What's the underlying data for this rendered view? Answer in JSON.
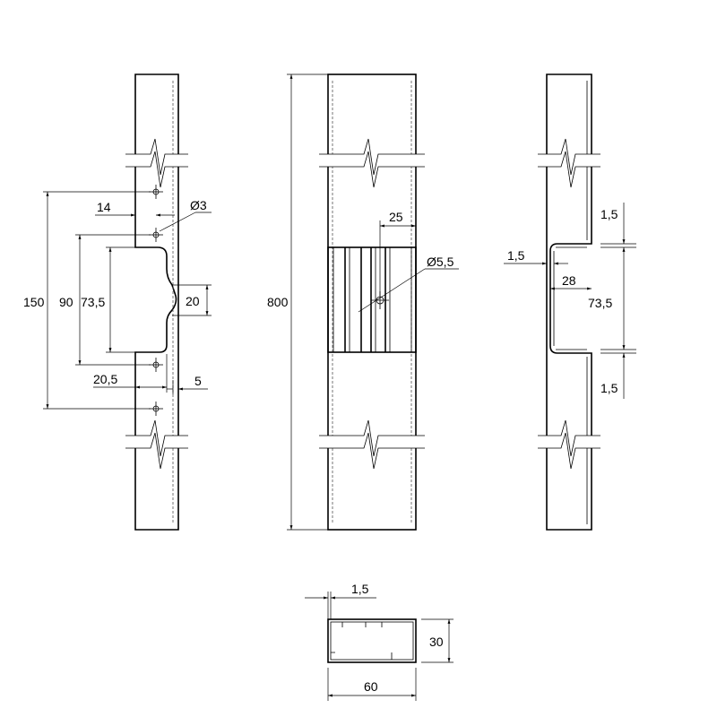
{
  "drawing": {
    "front_view": {
      "dims": {
        "overall_holes": "150",
        "inner_holes": "90",
        "cutout_height": "73,5",
        "hole_offset": "14",
        "hole_diameter": "Ø3",
        "step": "20",
        "edge_offset": "20,5",
        "lip": "5"
      }
    },
    "middle_view": {
      "dims": {
        "total_length": "800",
        "slot_offset": "25",
        "hole_diameter": "Ø5,5"
      }
    },
    "side_view": {
      "dims": {
        "top_thickness": "1,5",
        "wall_thickness": "1,5",
        "depth": "28",
        "opening": "73,5",
        "bottom_thickness": "1,5"
      }
    },
    "section": {
      "dims": {
        "wall": "1,5",
        "height": "30",
        "width": "60"
      }
    }
  }
}
